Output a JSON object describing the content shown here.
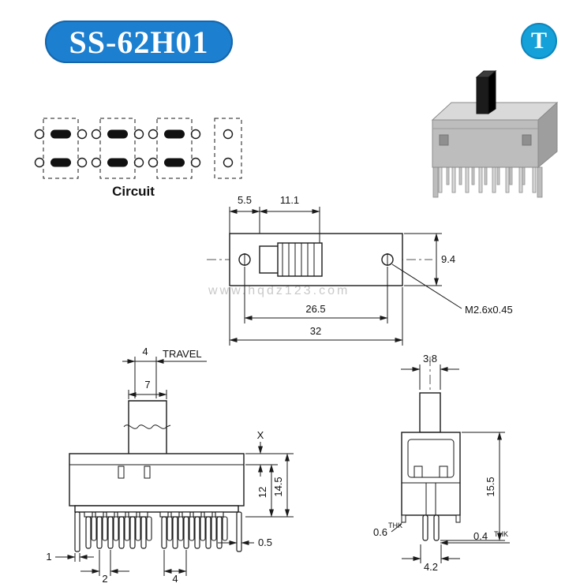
{
  "header": {
    "model_badge": "SS-62H01",
    "logo_letter": "T"
  },
  "watermark": "www.hqdz123.com",
  "colors": {
    "badge_blue": "#1c7fd0",
    "logo_blue": "#14a0d8",
    "line_black": "#1a1a1a",
    "watermark_gray": "#c9c9c9"
  },
  "circuit": {
    "caption": "Circuit"
  },
  "top_view": {
    "dim_left_offset": "5.5",
    "dim_window_width": "11.1",
    "dim_height": "9.4",
    "dim_hole_spacing": "26.5",
    "dim_total_width": "32",
    "thread_label": "M2.6x0.45"
  },
  "front_view": {
    "dim_travel": "4",
    "travel_label": "TRAVEL",
    "dim_knob_width": "7",
    "dim_x": "X",
    "dim_body_height": "12",
    "dim_total_height": "14.5",
    "dim_pin_offset": "1",
    "dim_pin_pitch": "2",
    "dim_group_pitch": "4",
    "dim_pin_width": "0.5"
  },
  "side_view": {
    "dim_knob_depth": "3.8",
    "dim_total_height": "15.5",
    "dim_thk_left": "0.6",
    "thk_label_left": "THK",
    "dim_thk_right": "0.4",
    "thk_label_right": "THK",
    "dim_pin_span": "4.2"
  }
}
